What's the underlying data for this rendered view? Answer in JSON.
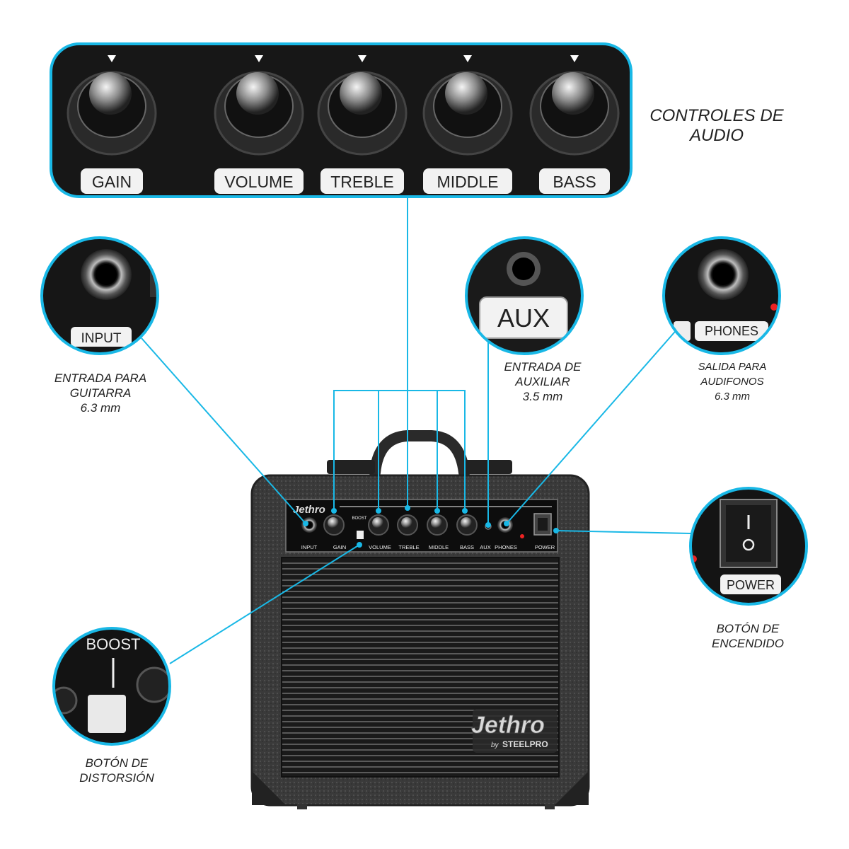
{
  "accent_color": "#19b8e6",
  "knob_labels": [
    "GAIN",
    "VOLUME",
    "TREBLE",
    "MIDDLE",
    "BASS"
  ],
  "panel_labels": {
    "input": "INPUT",
    "gain": "GAIN",
    "boost": "BOOST",
    "volume": "VOLUME",
    "treble": "TREBLE",
    "middle": "MIDDLE",
    "bass": "BASS",
    "aux": "AUX",
    "phones": "PHONES",
    "power": "POWER"
  },
  "brand": {
    "name": "Jethro",
    "by": "by",
    "maker": "STEELPRO"
  },
  "callouts": {
    "input": {
      "label": "INPUT",
      "caption": [
        "ENTRADA PARA",
        "GUITARRA",
        "6.3 mm"
      ]
    },
    "aux": {
      "label": "AUX",
      "caption": [
        "ENTRADA DE",
        "AUXILIAR",
        "3.5 mm"
      ]
    },
    "phones": {
      "label": "PHONES",
      "caption": [
        "SALIDA PARA",
        "AUDIFONOS",
        "6.3 mm"
      ]
    },
    "power": {
      "label": "POWER",
      "caption": [
        "BOTÓN DE",
        "ENCENDIDO"
      ]
    },
    "boost": {
      "label": "BOOST",
      "caption": [
        "BOTÓN DE",
        "DISTORSIÓN"
      ]
    },
    "controls": {
      "caption": [
        "CONTROLES DE",
        "AUDIO"
      ]
    }
  }
}
